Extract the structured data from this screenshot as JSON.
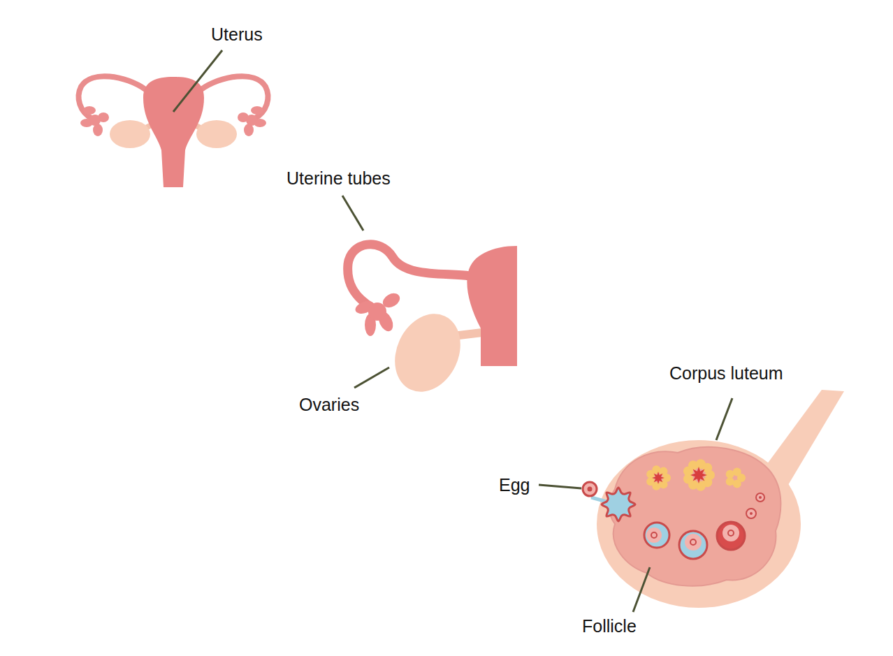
{
  "diagram": {
    "labels": [
      "Uterus",
      "Uterine tubes",
      "Ovaries",
      "Corpus luteum",
      "Egg",
      "Follicle"
    ]
  }
}
